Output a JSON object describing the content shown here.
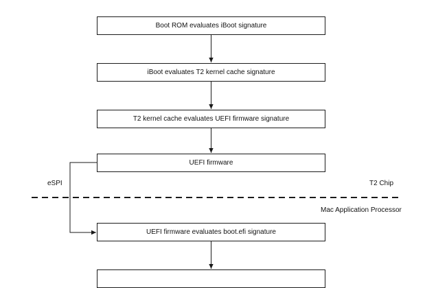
{
  "diagram": {
    "steps": [
      {
        "label": "Boot ROM evaluates iBoot signature"
      },
      {
        "label": "iBoot evaluates T2 kernel cache signature"
      },
      {
        "label": "T2 kernel cache evaluates UEFI firmware signature"
      },
      {
        "label": "UEFI firmware"
      },
      {
        "label": "UEFI firmware evaluates boot.efi signature"
      },
      {
        "label": ""
      }
    ],
    "connector_label": "eSPI",
    "regions": {
      "upper": "T2 Chip",
      "lower": "Mac Application Processor"
    },
    "colors": {
      "line": "#1a1a1a",
      "background": "#ffffff"
    }
  }
}
